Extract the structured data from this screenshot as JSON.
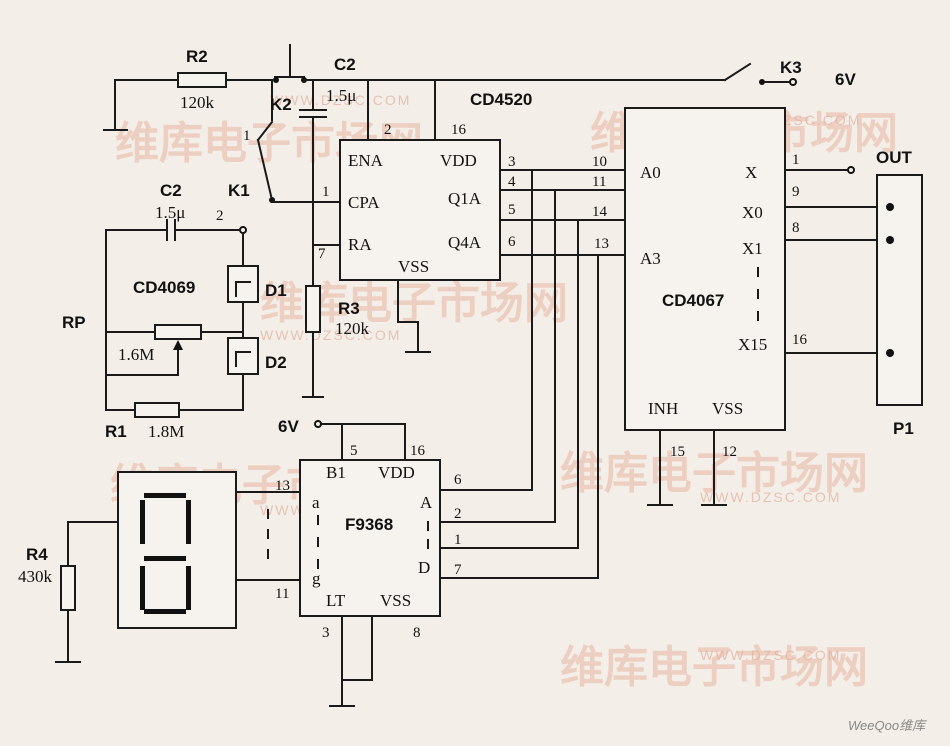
{
  "watermark": {
    "cn": "维库电子市场网",
    "url": "WWW.DZSC.COM"
  },
  "footer": "WeeQoo维库",
  "ics": {
    "cd4520": {
      "name": "CD4520",
      "pins": {
        "ena": "ENA",
        "cpa": "CPA",
        "ra": "RA",
        "vdd": "VDD",
        "q1a": "Q1A",
        "q4a": "Q4A",
        "vss": "VSS"
      },
      "nums": {
        "p2": "2",
        "p16": "16",
        "p1": "1",
        "p7": "7",
        "p3": "3",
        "p4": "4",
        "p5": "5",
        "p6": "6"
      }
    },
    "cd4067": {
      "name": "CD4067",
      "pins": {
        "a0": "A0",
        "a3": "A3",
        "x": "X",
        "x0": "X0",
        "x1": "X1",
        "x15": "X15",
        "inh": "INH",
        "vss": "VSS"
      },
      "nums": {
        "p10": "10",
        "p11": "11",
        "p14": "14",
        "p13": "13",
        "p1": "1",
        "p9": "9",
        "p8": "8",
        "p16": "16",
        "p15": "15",
        "p12": "12"
      }
    },
    "f9368": {
      "name": "F9368",
      "pins": {
        "b1": "B1",
        "vdd": "VDD",
        "a": "a",
        "g": "g",
        "aa": "A",
        "d": "D",
        "lt": "LT",
        "vss": "VSS"
      },
      "nums": {
        "p5": "5",
        "p16": "16",
        "p13": "13",
        "p11": "11",
        "p6": "6",
        "p2": "2",
        "p1": "1",
        "p7": "7",
        "p3": "3",
        "p8": "8"
      }
    },
    "cd4069": {
      "name": "CD4069"
    }
  },
  "components": {
    "r2": {
      "name": "R2",
      "value": "120k"
    },
    "c2_top": {
      "name": "C2",
      "value": "1.5μ"
    },
    "c2_left": {
      "name": "C2",
      "value": "1.5μ"
    },
    "k2": {
      "name": "K2"
    },
    "k1": {
      "name": "K1",
      "pos1": "1",
      "pos2": "2"
    },
    "k3": {
      "name": "K3"
    },
    "supply_top": "6V",
    "supply_mid": "6V",
    "r3": {
      "name": "R3",
      "value": "120k"
    },
    "rp": {
      "name": "RP",
      "value": "1.6M"
    },
    "r1": {
      "name": "R1",
      "value": "1.8M"
    },
    "d1": {
      "name": "D1"
    },
    "d2": {
      "name": "D2"
    },
    "r4": {
      "name": "R4",
      "value": "430k"
    },
    "out": "OUT",
    "p1": "P1"
  }
}
